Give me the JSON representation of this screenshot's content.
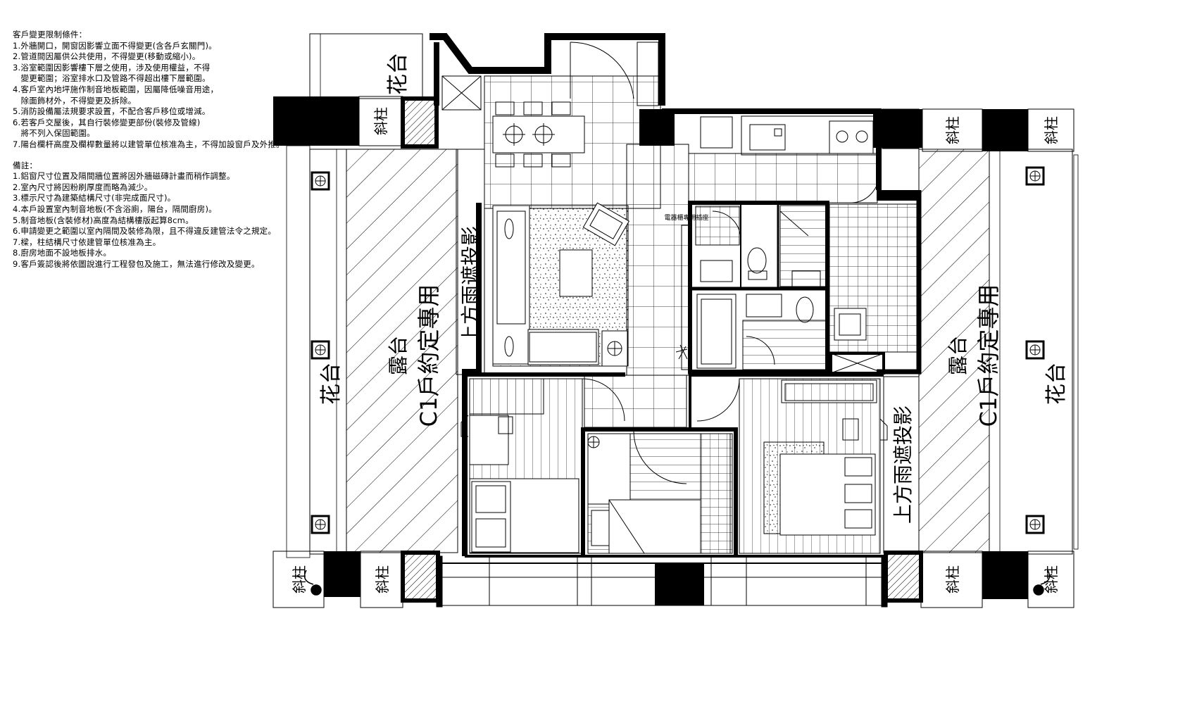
{
  "notes": {
    "restrictions_title": "客戶變更限制條件：",
    "restrictions": [
      "1.外牆開口，開窗因影響立面不得變更(含各戶玄關門)。",
      "2.管道間因屬供公共使用，不得變更(移動或縮小)。",
      "3.浴室範圍因影響樓下層之使用，涉及使用權益，不得\n   變更範圍；浴室排水口及管路不得超出樓下層範圍。",
      "4.客戶室內地坪施作制音地板範圍，因屬降低噪音用途，\n   除面飾材外，不得變更及拆除。",
      "5.消防設備屬法規要求設置，不配合客戶移位或增減。",
      "6.若客戶交屋後，其自行裝修變更部份(裝修及管線)\n   將不列入保固範圍。",
      "7.陽台欄杆高度及欄桿數量將以建管單位核准為主，不得加設窗戶及外推。"
    ],
    "remarks_title": "備註：",
    "remarks": [
      "1.鋁窗尺寸位置及隔間牆位置將因外牆磁磚計畫而稍作調整。",
      "2.室內尺寸將因粉刷厚度而略為減少。",
      "3.標示尺寸為建築結構尺寸(非完成面尺寸)。",
      "4.本戶設置室內制音地板(不含浴廁，陽台，隔間廚房)。",
      "5.制音地板(含裝修材)高度為結構樓版起算8cm。",
      "6.申請變更之範圍以室內隔間及裝修為限，且不得違反建管法令之規定。",
      "7.樑，柱結構尺寸依建管單位核准為主。",
      "8.廚房地面不設地板排水。",
      "9.客戶簽認後將依圖說進行工程發包及施工，無法進行修改及變更。"
    ]
  },
  "plan_labels": {
    "flower_top": "花台",
    "flower_left": "花台",
    "flower_right": "花台",
    "terrace_left_1": "露台",
    "terrace_left_2": "C1戶約定專用",
    "terrace_right_1": "露台",
    "terrace_right_2": "C1戶約定專用",
    "canopy_left": "上方雨遮投影",
    "canopy_right": "上方雨遮投影",
    "pillar_top_left": "斜柱",
    "pillar_top_right_a": "斜柱",
    "pillar_top_right_b": "斜柱",
    "pillar_bottom_left_a": "斜柱",
    "pillar_bottom_left_b": "斜柱",
    "pillar_bottom_right_a": "斜柱",
    "pillar_bottom_right_b": "斜柱",
    "shaft_label": "電器櫃專用插座"
  },
  "colors": {
    "wall": "#000000",
    "line": "#000000",
    "paper": "#ffffff"
  }
}
